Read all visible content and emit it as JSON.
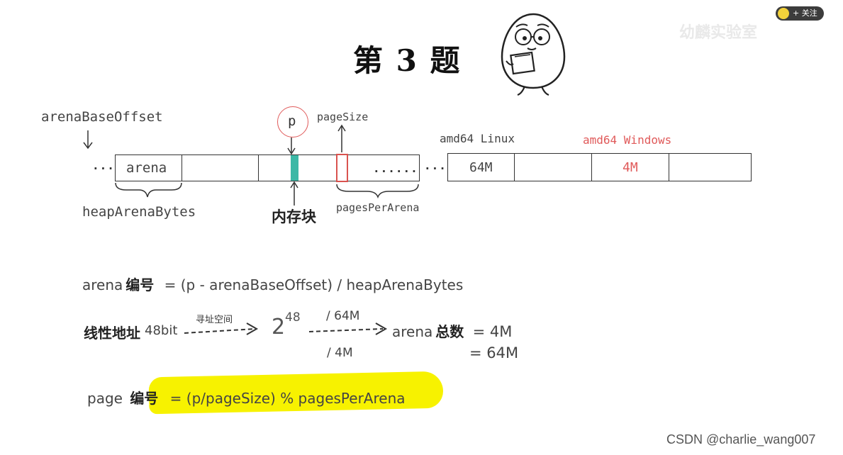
{
  "title": "第 3 题",
  "diagram": {
    "arena_base_offset_label": "arenaBaseOffset",
    "left_dots": "......",
    "arena_cell_label": "arena",
    "mid_dots": "......",
    "right_dots": "......",
    "heap_arena_bytes_label": "heapArenaBytes",
    "pointer_label": "p",
    "page_size_label": "pageSize",
    "memory_block_label": "内存块",
    "pages_per_arena_label": "pagesPerArena",
    "linux_label": "amd64 Linux",
    "windows_label": "amd64 Windows",
    "linux_value": "64M",
    "windows_value": "4M"
  },
  "formulas": {
    "arena_prefix": "arena",
    "arena_number_cjk": "编号",
    "arena_expr": "= (p - arenaBaseOffset) / heapArenaBytes",
    "linear_cjk": "线性地址",
    "linear_bits": "48bit",
    "addr_space_label": "寻址空间",
    "power_base": "2",
    "power_exp": "48",
    "div_64m": "/ 64M",
    "div_4m": "/ 4M",
    "total_prefix": "arena",
    "total_cjk": "总数",
    "total_linux": "= 4M",
    "total_windows": "= 64M",
    "page_prefix": "page",
    "page_number_cjk": "编号",
    "page_expr": "= (p/pageSize) % pagesPerArena"
  },
  "badge": {
    "follow_label": "+ 关注"
  },
  "watermark": {
    "top_text": "幼麟实验室",
    "csdn_text": "CSDN @charlie_wang007"
  },
  "colors": {
    "highlight": "#f7f200",
    "memory_block": "#3cb8a6",
    "red": "#e05a5a"
  },
  "icons": [
    "egg-character-icon",
    "avatar-face-icon",
    "down-arrow-icon",
    "up-arrow-icon",
    "dashed-arrow-icon",
    "brace-icon"
  ]
}
